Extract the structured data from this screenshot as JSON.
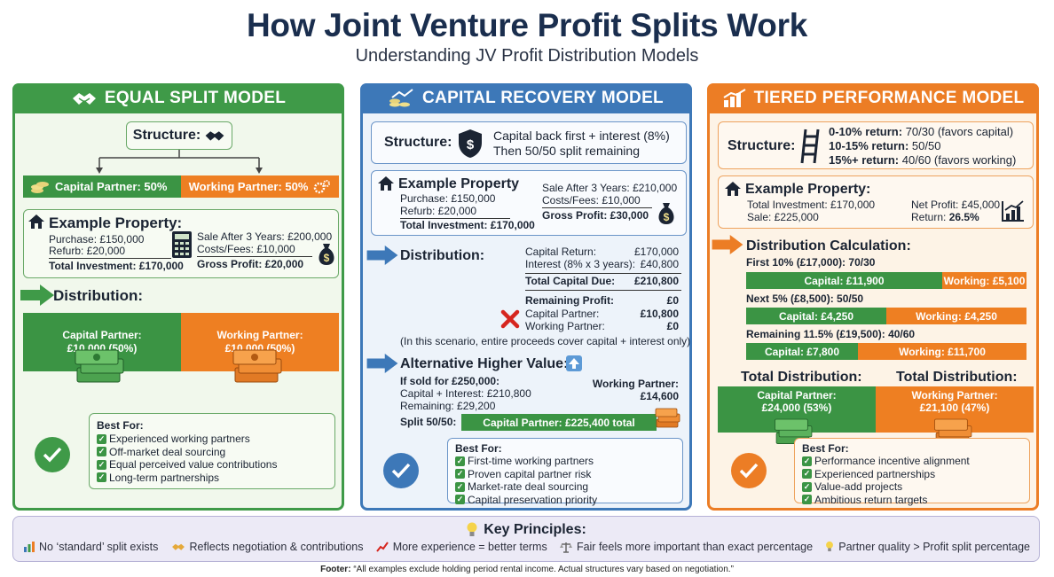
{
  "header": {
    "title": "How Joint Venture Profit Splits Work",
    "subtitle": "Understanding JV Profit Distribution Models"
  },
  "colors": {
    "green": "#3f9a48",
    "blue": "#3d78b8",
    "orange": "#ec7d25",
    "navy": "#1a2e4e"
  },
  "equal": {
    "title": "EQUAL SPLIT MODEL",
    "structure_label": "Structure:",
    "capital_bar": "Capital Partner: 50%",
    "working_bar": "Working Partner: 50%",
    "example_title": "Example Property:",
    "purchase": "Purchase: £150,000",
    "refurb": "Refurb: £20,000",
    "total_investment": "Total Investment: £170,000",
    "sale": "Sale After 3 Years: £200,000",
    "costs": "Costs/Fees: £10,000",
    "gross_profit": "Gross Profit: £20,000",
    "distribution_title": "Distribution:",
    "capital_dist_label": "Capital Partner:",
    "capital_dist_value": "£10,000 (50%)",
    "working_dist_label": "Working Partner:",
    "working_dist_value": "£10,000 (50%)",
    "best_for_title": "Best For:",
    "best_for": [
      "Experienced working partners",
      "Off-market deal sourcing",
      "Equal perceived value contributions",
      "Long-term partnerships"
    ]
  },
  "capital": {
    "title": "CAPITAL RECOVERY MODEL",
    "structure_label": "Structure:",
    "structure_line1": "Capital back first + interest (8%)",
    "structure_line2": "Then 50/50 split remaining",
    "example_title": "Example Property",
    "purchase": "Purchase: £150,000",
    "refurb": "Refurb: £20,000",
    "total_investment": "Total Investment: £170,000",
    "sale": "Sale After 3 Years: £210,000",
    "costs": "Costs/Fees: £10,000",
    "gross_profit": "Gross Profit: £30,000",
    "distribution_title": "Distribution:",
    "rows": [
      {
        "label": "Capital Return:",
        "value": "£170,000"
      },
      {
        "label": "Interest (8% x 3 years):",
        "value": "£40,800"
      },
      {
        "label": "Total Capital Due:",
        "value": "£210,800"
      },
      {
        "label": "Remaining Profit:",
        "value": "£0"
      },
      {
        "label": "Capital Partner:",
        "value": "£10,800"
      },
      {
        "label": "Working Partner:",
        "value": "£0"
      }
    ],
    "note": "(In this scenario, entire proceeds cover capital + interest only)",
    "alt_title": "Alternative Higher Value:",
    "alt_sold": "If sold for £250,000:",
    "alt_capital_interest": "Capital + Interest: £210,800",
    "alt_remaining": "Remaining: £29,200",
    "alt_split": "Split 50/50:",
    "alt_capital_bar": "Capital Partner: £225,400 total",
    "alt_working_label": "Working Partner:",
    "alt_working_value": "£14,600",
    "best_for_title": "Best For:",
    "best_for": [
      "First-time working partners",
      "Proven capital partner risk",
      "Market-rate deal sourcing",
      "Capital preservation priority"
    ]
  },
  "tiered": {
    "title": "TIERED PERFORMANCE MODEL",
    "structure_label": "Structure:",
    "tiers": [
      {
        "range": "0-10% return:",
        "split": " 70/30 (favors capital)"
      },
      {
        "range": "10-15% return:",
        "split": " 50/50"
      },
      {
        "range": "15%+ return:",
        "split": " 40/60 (favors working)"
      }
    ],
    "example_title": "Example Property:",
    "total_investment": "Total Investment: £170,000",
    "sale": "Sale: £225,000",
    "net_profit": "Net Profit: £45,000",
    "return_label": "Return: ",
    "return_value": "26.5%",
    "calc_title": "Distribution Calculation:",
    "tier_rows": [
      {
        "label": "First 10% (£17,000): 70/30",
        "capital": "Capital: £11,900",
        "working": "Working: £5,100",
        "capital_share": 0.7
      },
      {
        "label": "Next 5% (£8,500): 50/50",
        "capital": "Capital: £4,250",
        "working": "Working: £4,250",
        "capital_share": 0.5
      },
      {
        "label": "Remaining 11.5% (£19,500): 40/60",
        "capital": "Capital: £7,800",
        "working": "Working: £11,700",
        "capital_share": 0.4
      }
    ],
    "total_left_title": "Total Distribution:",
    "total_right_title": "Total Distribution:",
    "capital_total_label": "Capital Partner:",
    "capital_total_value": "£24,000 (53%)",
    "working_total_label": "Working Partner:",
    "working_total_value": "£21,100 (47%)",
    "best_for_title": "Best For:",
    "best_for": [
      "Performance incentive alignment",
      "Experienced partnerships",
      "Value-add projects",
      "Ambitious return targets"
    ]
  },
  "key_principles": {
    "title": "Key Principles:",
    "items": [
      "No ‘standard’ split exists",
      "Reflects negotiation & contributions",
      "More experience = better terms",
      "Fair feels more important than exact percentage",
      "Partner quality > Profit split percentage"
    ]
  },
  "footer": {
    "label": "Footer:",
    "text": " “All examples exclude holding period rental income. Actual structures vary based on negotiation.”"
  }
}
